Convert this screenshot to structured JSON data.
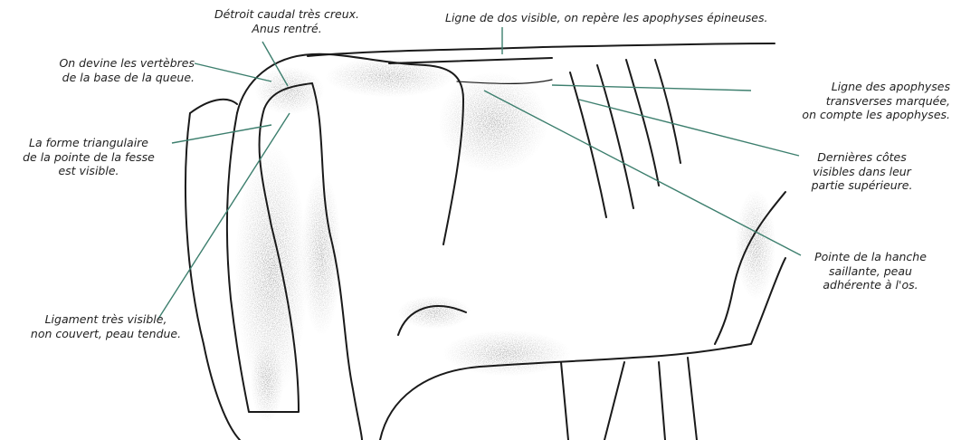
{
  "colors": {
    "background": "#ffffff",
    "ink": "#222222",
    "outline": "#1a1a1a",
    "stipple": "#2a2a2a",
    "leader_line": "#3d7f6e"
  },
  "labels": {
    "detroit_caudal": "Détroit caudal très creux.\nAnus rentré.",
    "ligne_de_dos": "Ligne de dos visible, on repère les apophyses épineuses.",
    "vertebres_queue": "On devine les vertèbres\nde la base de la queue.",
    "forme_triangulaire": "La forme triangulaire\nde la pointe de la fesse\nest visible.",
    "ligament": "Ligament très visible,\nnon couvert, peau tendue.",
    "apophyses_transverses": "Ligne des apophyses\ntransverses marquée,\non compte les apophyses.",
    "dernieres_cotes": "Dernières côtes\nvisibles dans leur\npartie supérieure.",
    "pointe_hanche": "Pointe de la hanche\nsaillante, peau\nadhérente à l'os."
  }
}
